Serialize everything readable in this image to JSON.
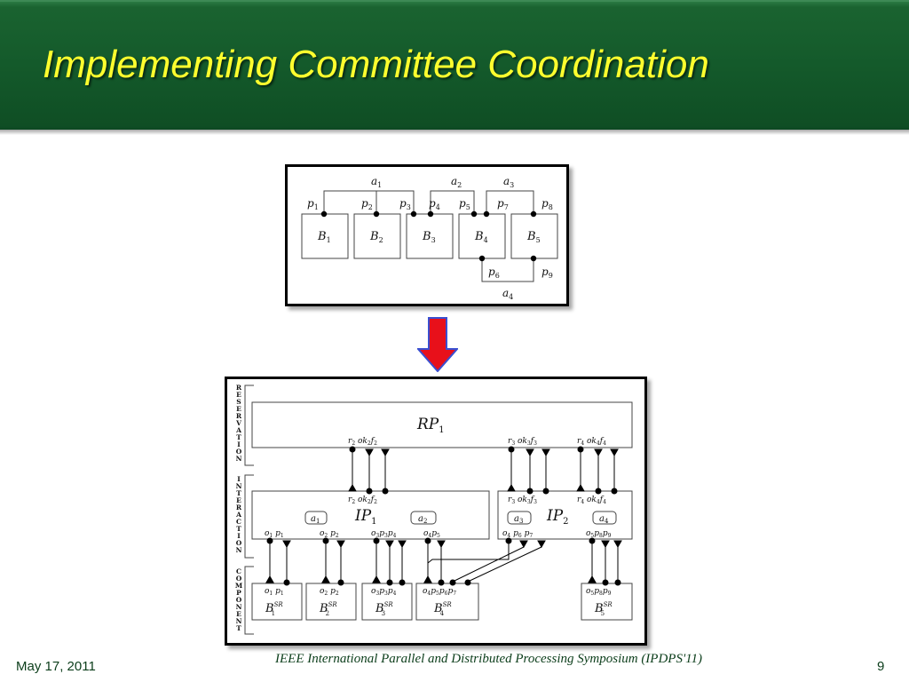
{
  "slide": {
    "title": "Implementing Committee Coordination",
    "date": "May 17, 2011",
    "conference": "IEEE International Parallel and Distributed Processing Symposium (IPDPS'11)",
    "page_number": "9"
  },
  "colors": {
    "header_green": "#145a2b",
    "title_yellow": "#ffff2e",
    "arrow_red": "#e8101a",
    "arrow_outline": "#3a4fd0"
  },
  "top_diagram": {
    "components": [
      {
        "letter": "B",
        "index": "1"
      },
      {
        "letter": "B",
        "index": "2"
      },
      {
        "letter": "B",
        "index": "3"
      },
      {
        "letter": "B",
        "index": "4"
      },
      {
        "letter": "B",
        "index": "5"
      }
    ],
    "ports": [
      {
        "letter": "p",
        "index": "1"
      },
      {
        "letter": "p",
        "index": "2"
      },
      {
        "letter": "p",
        "index": "3"
      },
      {
        "letter": "p",
        "index": "4"
      },
      {
        "letter": "p",
        "index": "5"
      },
      {
        "letter": "p",
        "index": "6"
      },
      {
        "letter": "p",
        "index": "7"
      },
      {
        "letter": "p",
        "index": "8"
      },
      {
        "letter": "p",
        "index": "9"
      }
    ],
    "interactions": [
      {
        "letter": "a",
        "index": "1"
      },
      {
        "letter": "a",
        "index": "2"
      },
      {
        "letter": "a",
        "index": "3"
      },
      {
        "letter": "a",
        "index": "4"
      }
    ]
  },
  "bottom_diagram": {
    "layers": {
      "reservation": [
        "R",
        "E",
        "S",
        "E",
        "R",
        "V",
        "A",
        "T",
        "I",
        "O",
        "N"
      ],
      "interaction": [
        "I",
        "N",
        "T",
        "E",
        "R",
        "A",
        "C",
        "T",
        "I",
        "O",
        "N"
      ],
      "component": [
        "C",
        "O",
        "M",
        "P",
        "O",
        "N",
        "E",
        "N",
        "T"
      ]
    },
    "reservation_protocol": {
      "name": "RP",
      "index": "1"
    },
    "interaction_protocols": [
      {
        "name": "IP",
        "index": "1",
        "interactions": [
          {
            "letter": "a",
            "index": "1"
          },
          {
            "letter": "a",
            "index": "2"
          }
        ]
      },
      {
        "name": "IP",
        "index": "2",
        "interactions": [
          {
            "letter": "a",
            "index": "3"
          },
          {
            "letter": "a",
            "index": "4"
          }
        ]
      }
    ],
    "rp_port_groups": [
      [
        {
          "l": "r",
          "i": "2"
        },
        {
          "l": "ok",
          "i": "2"
        },
        {
          "l": "f",
          "i": "2"
        }
      ],
      [
        {
          "l": "r",
          "i": "3"
        },
        {
          "l": "ok",
          "i": "3"
        },
        {
          "l": "f",
          "i": "3"
        }
      ],
      [
        {
          "l": "r",
          "i": "4"
        },
        {
          "l": "ok",
          "i": "4"
        },
        {
          "l": "f",
          "i": "4"
        }
      ]
    ],
    "ip_port_groups": [
      [
        {
          "l": "o",
          "i": "1"
        },
        {
          "l": "p",
          "i": "1"
        }
      ],
      [
        {
          "l": "o",
          "i": "2"
        },
        {
          "l": "p",
          "i": "2"
        }
      ],
      [
        {
          "l": "o",
          "i": "3"
        },
        {
          "l": "p",
          "i": "3"
        },
        {
          "l": "p",
          "i": "4"
        }
      ],
      [
        {
          "l": "o",
          "i": "4"
        },
        {
          "l": "p",
          "i": "5"
        }
      ],
      [
        {
          "l": "o",
          "i": "4"
        },
        {
          "l": "p",
          "i": "6"
        },
        {
          "l": "p",
          "i": "7"
        }
      ],
      [
        {
          "l": "o",
          "i": "5"
        },
        {
          "l": "p",
          "i": "8"
        },
        {
          "l": "p",
          "i": "9"
        }
      ]
    ],
    "components": [
      {
        "letter": "B",
        "sup": "SR",
        "index": "1",
        "ports": [
          {
            "l": "o",
            "i": "1"
          },
          {
            "l": "p",
            "i": "1"
          }
        ]
      },
      {
        "letter": "B",
        "sup": "SR",
        "index": "2",
        "ports": [
          {
            "l": "o",
            "i": "2"
          },
          {
            "l": "p",
            "i": "2"
          }
        ]
      },
      {
        "letter": "B",
        "sup": "SR",
        "index": "3",
        "ports": [
          {
            "l": "o",
            "i": "3"
          },
          {
            "l": "p",
            "i": "3"
          },
          {
            "l": "p",
            "i": "4"
          }
        ]
      },
      {
        "letter": "B",
        "sup": "SR",
        "index": "4",
        "ports": [
          {
            "l": "o",
            "i": "4"
          },
          {
            "l": "p",
            "i": "5"
          },
          {
            "l": "p",
            "i": "6"
          },
          {
            "l": "p",
            "i": "7"
          }
        ]
      },
      {
        "letter": "B",
        "sup": "SR",
        "index": "5",
        "ports": [
          {
            "l": "o",
            "i": "5"
          },
          {
            "l": "p",
            "i": "8"
          },
          {
            "l": "p",
            "i": "9"
          }
        ]
      }
    ]
  }
}
